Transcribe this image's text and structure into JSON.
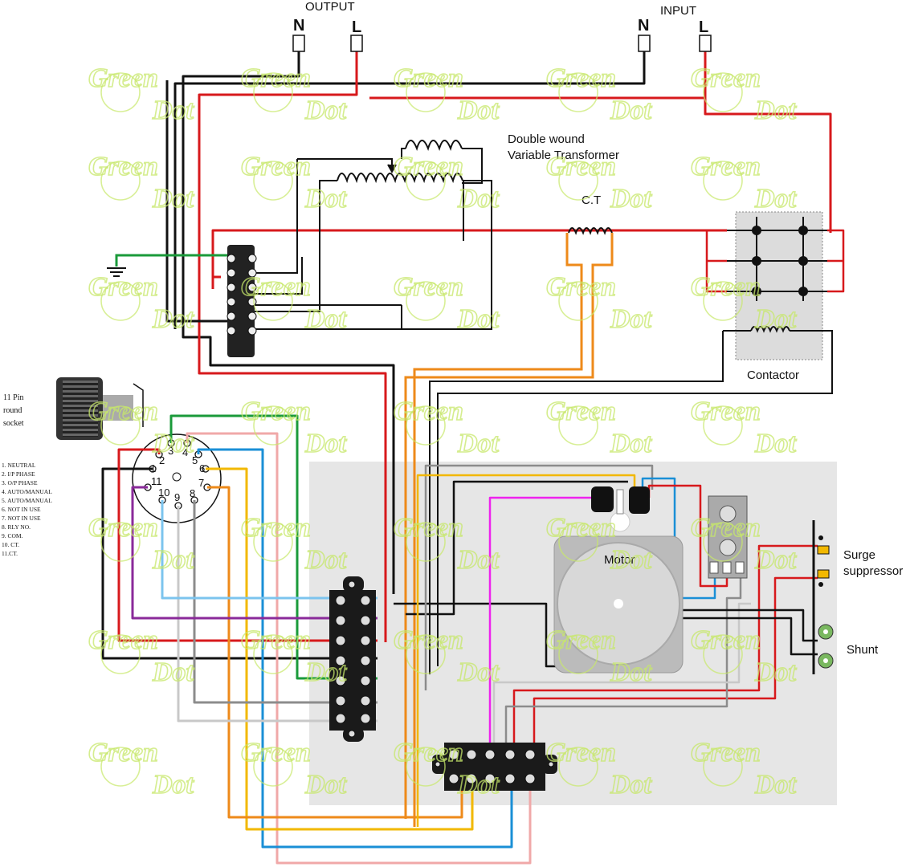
{
  "terminals": {
    "output_title": "OUTPUT",
    "input_title": "INPUT",
    "out_n": "N",
    "out_l": "L",
    "in_n": "N",
    "in_l": "L"
  },
  "components": {
    "transformer_line1": "Double wound",
    "transformer_line2": "Variable Transformer",
    "ct": "C.T",
    "contactor": "Contactor",
    "motor": "Motor",
    "surge_line1": "Surge",
    "surge_line2": "suppressor",
    "shunt": "Shunt"
  },
  "socket": {
    "title_lines": [
      "11 Pin",
      "round",
      "socket"
    ],
    "pin_numbers": [
      "1",
      "2",
      "3",
      "4",
      "5",
      "6",
      "7",
      "8",
      "9",
      "10",
      "11"
    ],
    "pin_legend": [
      "1. NEUTRAL",
      "2. I/P PHASE",
      "3. O/P PHASE",
      "4. AUTO/MANUAL",
      "5. AUTO/MANUAL",
      "6. NOT IN USE",
      "7. NOT IN USE",
      "8. RLY NO.",
      "9. COM.",
      "10. CT.",
      "11.CT."
    ]
  },
  "watermark": {
    "word1": "Green",
    "word2": "Dot"
  },
  "colors": {
    "line_black": "#111111",
    "line_red": "#d7191c",
    "green": "#1a9a3a",
    "blue": "#1a8fd6",
    "light_blue": "#7cc4ee",
    "orange": "#ee8a1a",
    "yellow": "#f2b800",
    "purple": "#8a2a9a",
    "pink": "#f0a8a8",
    "magenta": "#ee22ee",
    "grey": "#8c8c8c",
    "panel": "#e6e6e6",
    "watermark": "#c7e86a"
  }
}
